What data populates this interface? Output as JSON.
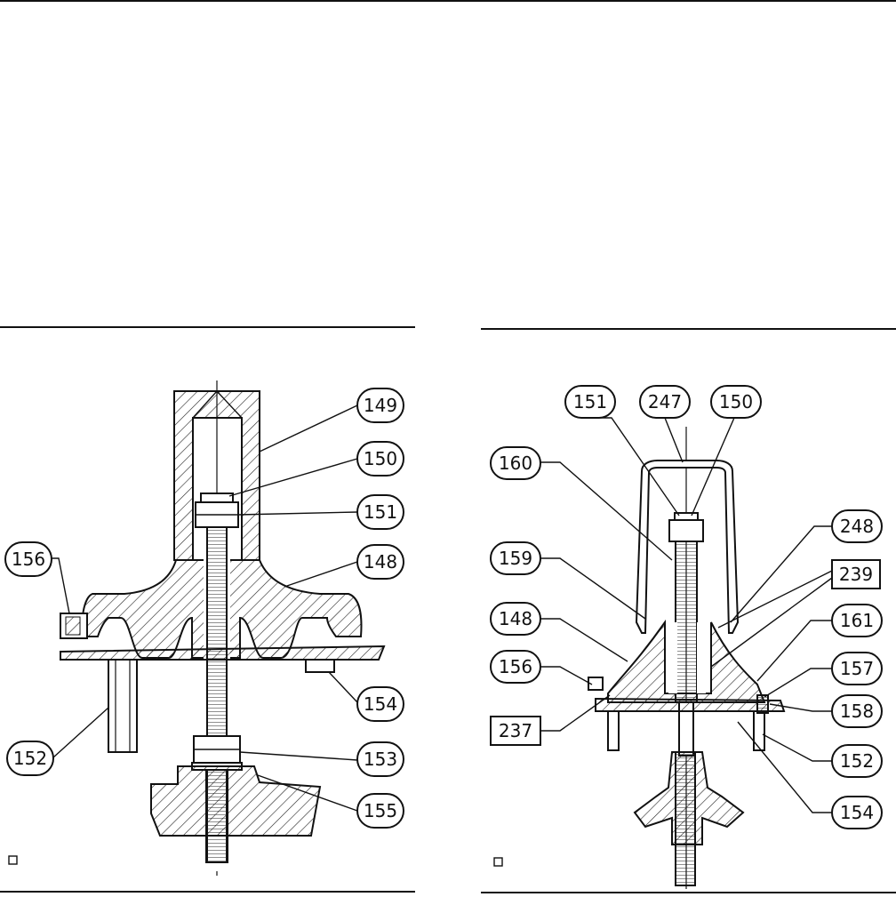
{
  "left_figure": {
    "callouts": [
      {
        "id": "149",
        "text": "149",
        "boxed": false
      },
      {
        "id": "150",
        "text": "150",
        "boxed": false
      },
      {
        "id": "151",
        "text": "151",
        "boxed": false
      },
      {
        "id": "148",
        "text": "148",
        "boxed": false
      },
      {
        "id": "156",
        "text": "156",
        "boxed": false
      },
      {
        "id": "154",
        "text": "154",
        "boxed": false
      },
      {
        "id": "152",
        "text": "152",
        "boxed": false
      },
      {
        "id": "153",
        "text": "153",
        "boxed": false
      },
      {
        "id": "155",
        "text": "155",
        "boxed": false
      }
    ]
  },
  "right_figure": {
    "callouts": [
      {
        "id": "151",
        "text": "151",
        "boxed": false
      },
      {
        "id": "247",
        "text": "247",
        "boxed": false
      },
      {
        "id": "150",
        "text": "150",
        "boxed": false
      },
      {
        "id": "160",
        "text": "160",
        "boxed": false
      },
      {
        "id": "248",
        "text": "248",
        "boxed": false
      },
      {
        "id": "159",
        "text": "159",
        "boxed": false
      },
      {
        "id": "239",
        "text": "239",
        "boxed": true
      },
      {
        "id": "148",
        "text": "148",
        "boxed": false
      },
      {
        "id": "161",
        "text": "161",
        "boxed": false
      },
      {
        "id": "156",
        "text": "156",
        "boxed": false
      },
      {
        "id": "157",
        "text": "157",
        "boxed": false
      },
      {
        "id": "237",
        "text": "237",
        "boxed": true
      },
      {
        "id": "158",
        "text": "158",
        "boxed": false
      },
      {
        "id": "152",
        "text": "152",
        "boxed": false
      },
      {
        "id": "154",
        "text": "154",
        "boxed": false
      }
    ]
  }
}
